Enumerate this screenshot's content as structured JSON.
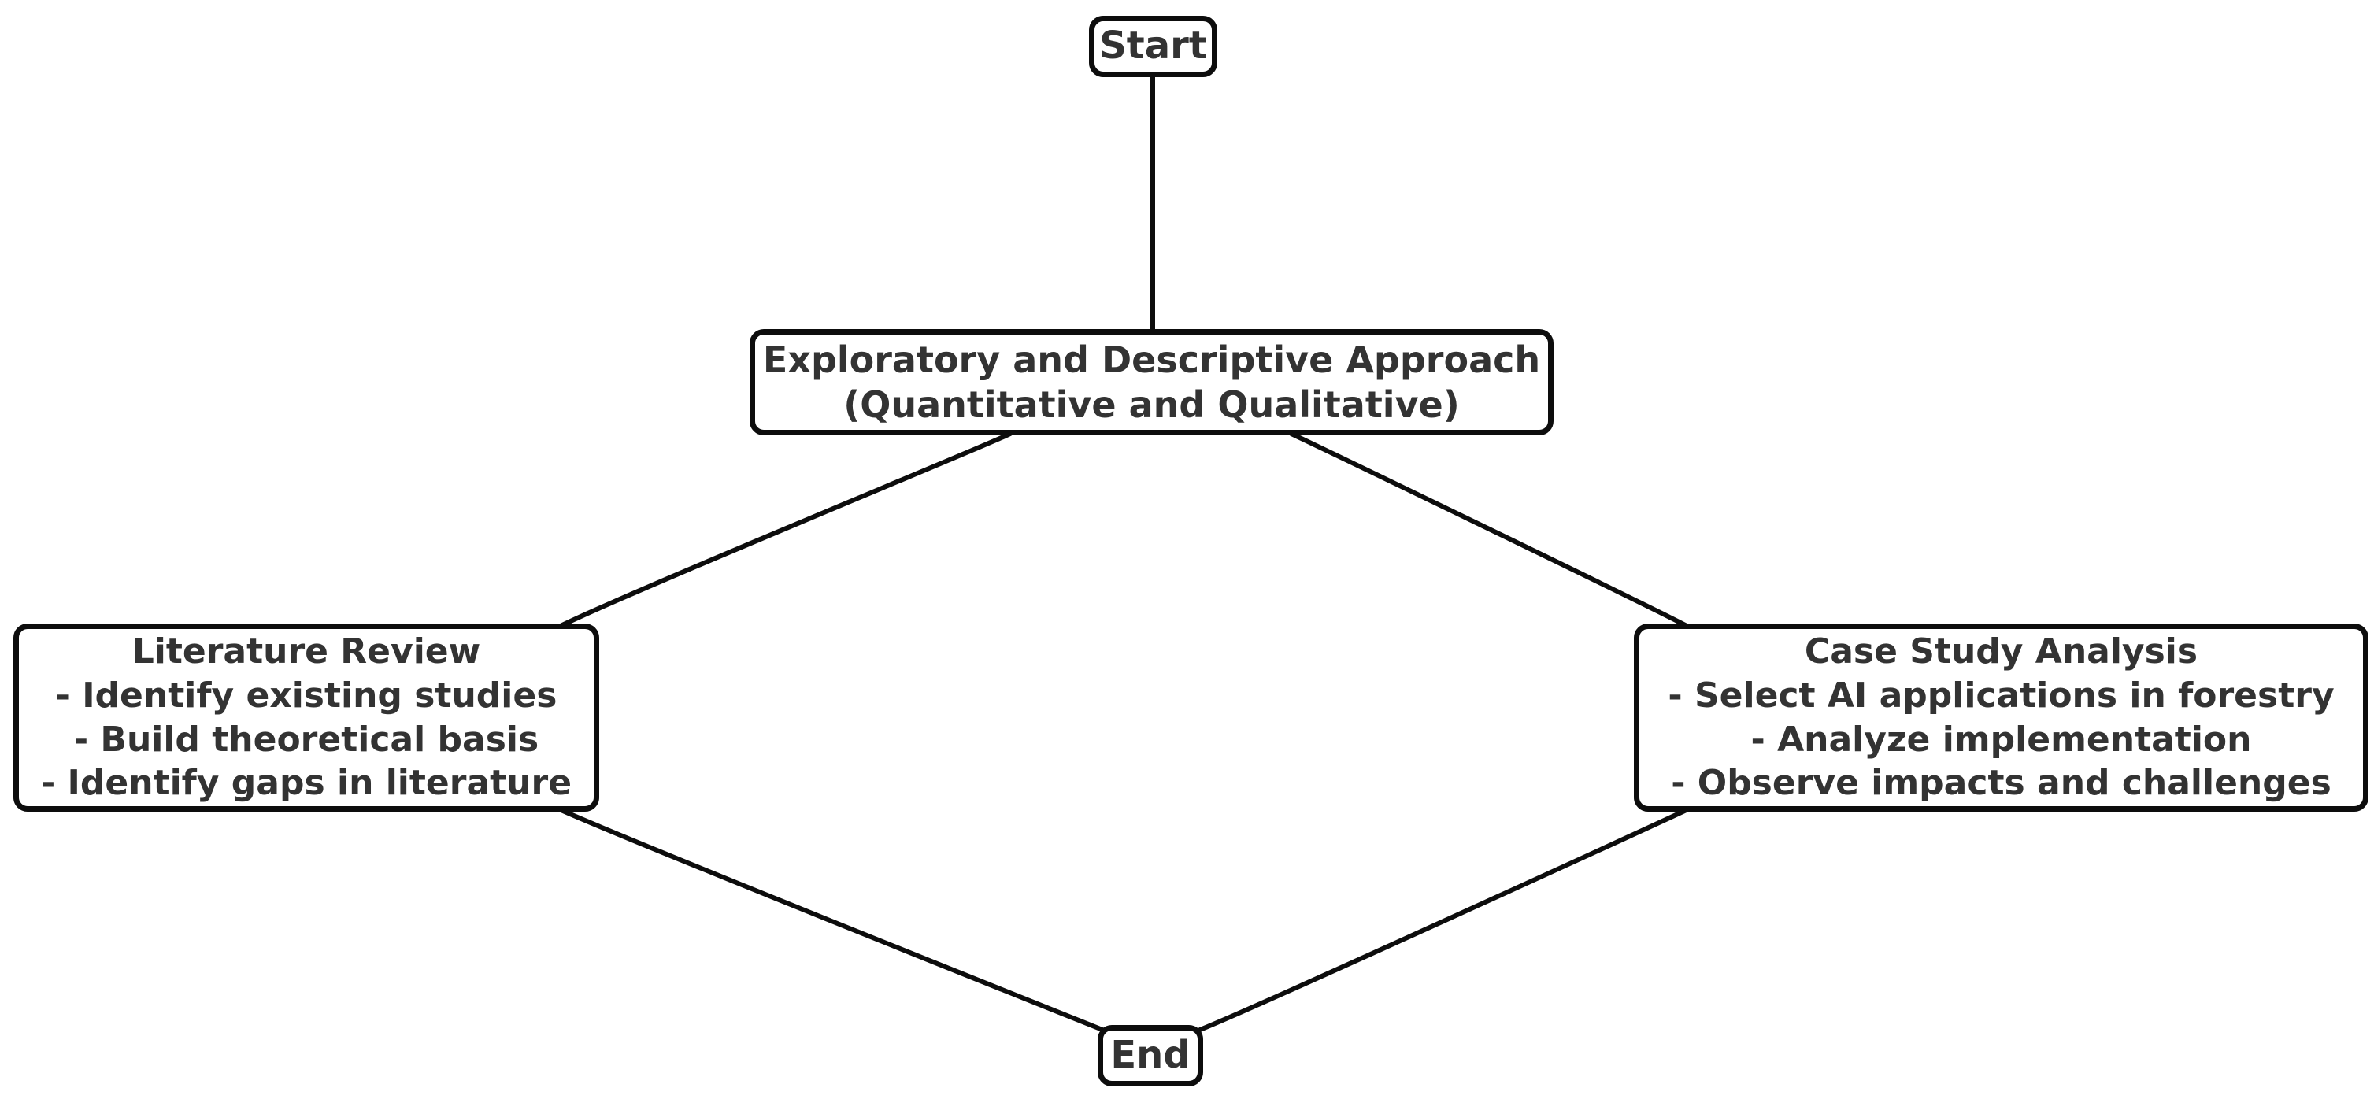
{
  "diagram": {
    "type": "flowchart",
    "background_color": "#ffffff",
    "node_border_color": "#0d0d0d",
    "edge_color": "#0d0d0d",
    "text_color": "#333333",
    "nodes": {
      "start": {
        "label": "Start"
      },
      "approach": {
        "lines": [
          "Exploratory and Descriptive Approach",
          "(Quantitative and Qualitative)"
        ]
      },
      "literature": {
        "lines": [
          "Literature Review",
          "- Identify existing studies",
          "- Build theoretical basis",
          "- Identify gaps in literature"
        ]
      },
      "case_study": {
        "lines": [
          "Case Study Analysis",
          "- Select AI applications in forestry",
          "- Analyze implementation",
          "- Observe impacts and challenges"
        ]
      },
      "end": {
        "label": "End"
      }
    },
    "edges": [
      {
        "from": "start",
        "to": "approach"
      },
      {
        "from": "approach",
        "to": "literature"
      },
      {
        "from": "approach",
        "to": "case_study"
      },
      {
        "from": "literature",
        "to": "end"
      },
      {
        "from": "case_study",
        "to": "end"
      }
    ]
  }
}
